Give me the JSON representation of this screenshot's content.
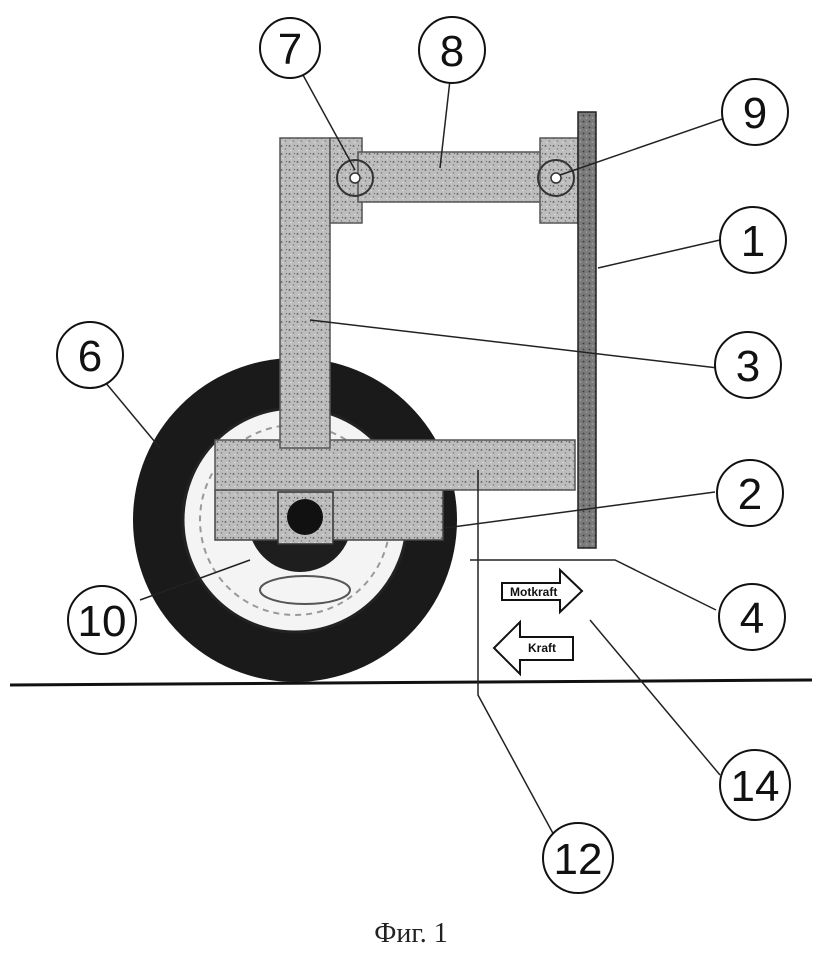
{
  "figure": {
    "caption": "Фиг. 1",
    "callouts": {
      "c1": "1",
      "c2": "2",
      "c3": "3",
      "c4": "4",
      "c6": "6",
      "c7": "7",
      "c8": "8",
      "c9": "9",
      "c10": "10",
      "c12": "12",
      "c14": "14"
    },
    "arrows": {
      "forward": "Motkraft",
      "backward": "Kraft"
    }
  }
}
